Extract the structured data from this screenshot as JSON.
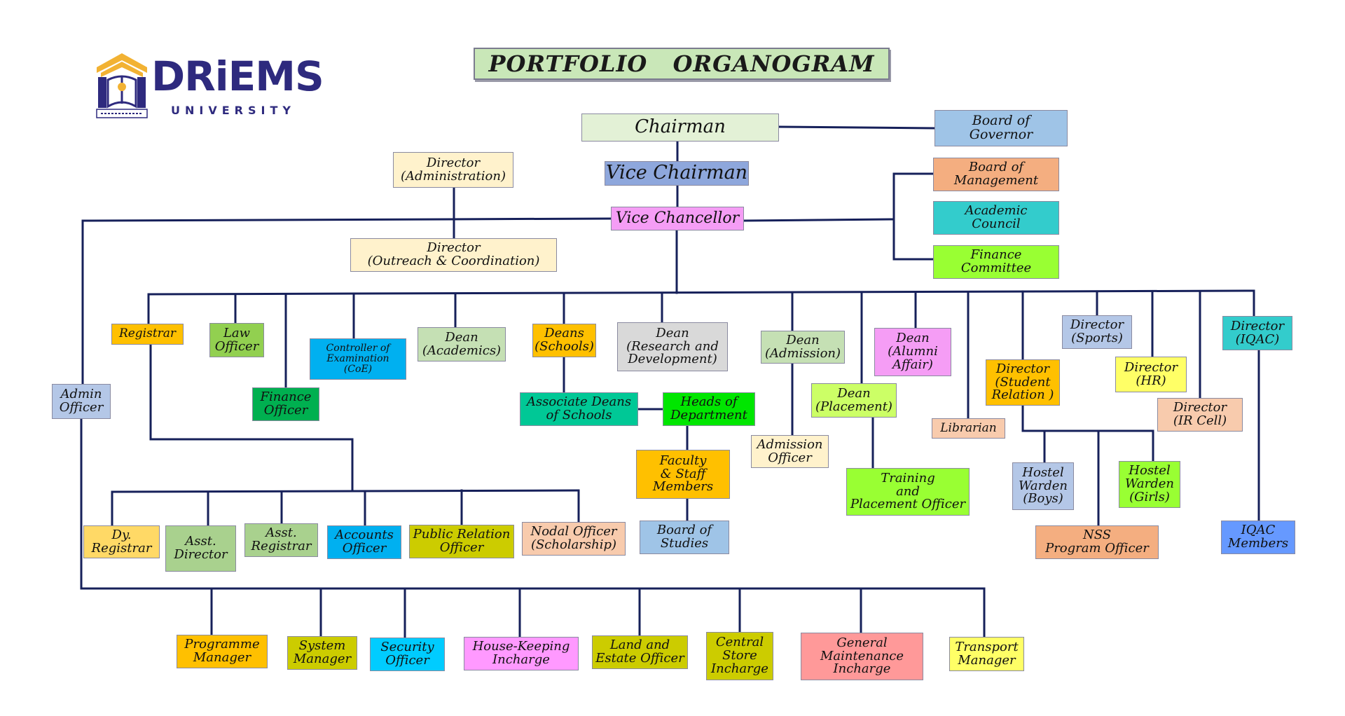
{
  "brand": {
    "name": "DRiEMS",
    "subtitle": "UNIVERSITY",
    "colors": {
      "primary": "#2e2a7e",
      "accent": "#f2b233"
    }
  },
  "title": "PORTFOLIO   ORGANOGRAM",
  "line_color": "#16205a",
  "nodes": {
    "chairman": {
      "label": "Chairman",
      "color": "#e3f1d6"
    },
    "board_of_governor": {
      "label": "Board of\nGovernor",
      "color": "#9fc4e7"
    },
    "vice_chairman": {
      "label": "Vice Chairman",
      "color": "#8ea7dc"
    },
    "board_of_management": {
      "label": "Board of\nManagement",
      "color": "#f4ae80"
    },
    "director_administration": {
      "label": "Director\n(Administration)",
      "color": "#fff2cc"
    },
    "vice_chancellor": {
      "label": "Vice Chancellor",
      "color": "#f59df5"
    },
    "academic_council": {
      "label": "Academic\nCouncil",
      "color": "#33cccc"
    },
    "director_outreach": {
      "label": "Director\n(Outreach & Coordination)",
      "color": "#fff2cc"
    },
    "finance_committee": {
      "label": "Finance\nCommittee",
      "color": "#99ff33"
    },
    "registrar": {
      "label": "Registrar",
      "color": "#ffc000"
    },
    "law_officer": {
      "label": "Law\nOfficer",
      "color": "#92d050"
    },
    "controller_of_examination": {
      "label": "Controller of\nExamination\n(CoE)",
      "color": "#00b0f0"
    },
    "dean_academics": {
      "label": "Dean\n(Academics)",
      "color": "#c5e0b4"
    },
    "deans_schools": {
      "label": "Deans\n(Schools)",
      "color": "#ffc000"
    },
    "dean_research": {
      "label": "Dean\n(Research and\nDevelopment)",
      "color": "#d9d9d9"
    },
    "dean_admission": {
      "label": "Dean\n(Admission)",
      "color": "#c5e0b4"
    },
    "dean_alumni": {
      "label": "Dean\n(Alumni\nAffair)",
      "color": "#f59df5"
    },
    "director_sports": {
      "label": "Director\n(Sports)",
      "color": "#b4c7e7"
    },
    "director_iqac": {
      "label": "Director\n(IQAC)",
      "color": "#33cccc"
    },
    "director_student_relation": {
      "label": "Director\n(Student\nRelation )",
      "color": "#ffc000"
    },
    "director_hr": {
      "label": "Director\n(HR)",
      "color": "#ffff66"
    },
    "admin_officer": {
      "label": "Admin\nOfficer",
      "color": "#b4c7e7"
    },
    "finance_officer": {
      "label": "Finance\nOfficer",
      "color": "#00b050"
    },
    "associate_deans": {
      "label": "Associate Deans\nof Schools",
      "color": "#00c896"
    },
    "heads_of_department": {
      "label": "Heads of\nDepartment",
      "color": "#00e600"
    },
    "dean_placement": {
      "label": "Dean\n(Placement)",
      "color": "#ccff66"
    },
    "librarian": {
      "label": "Librarian",
      "color": "#f8cbad"
    },
    "director_ir_cell": {
      "label": "Director\n(IR Cell)",
      "color": "#f8cbad"
    },
    "admission_officer": {
      "label": "Admission\nOfficer",
      "color": "#fff2cc"
    },
    "faculty_staff": {
      "label": "Faculty\n& Staff\nMembers",
      "color": "#ffc000"
    },
    "training_placement_officer": {
      "label": "Training\nand\nPlacement Officer",
      "color": "#99ff33"
    },
    "hostel_warden_boys": {
      "label": "Hostel\nWarden\n(Boys)",
      "color": "#b4c7e7"
    },
    "hostel_warden_girls": {
      "label": "Hostel\nWarden\n(Girls)",
      "color": "#99ff33"
    },
    "dy_registrar": {
      "label": "Dy.\nRegistrar",
      "color": "#ffd966"
    },
    "asst_director": {
      "label": "Asst.\nDirector",
      "color": "#a9d18e"
    },
    "asst_registrar": {
      "label": "Asst.\nRegistrar",
      "color": "#a9d18e"
    },
    "accounts_officer": {
      "label": "Accounts\nOfficer",
      "color": "#00b0f0"
    },
    "public_relation_officer": {
      "label": "Public Relation\nOfficer",
      "color": "#cccc00"
    },
    "nodal_officer": {
      "label": "Nodal Officer\n(Scholarship)",
      "color": "#f8cbad"
    },
    "board_of_studies": {
      "label": "Board of\nStudies",
      "color": "#9fc4e7"
    },
    "nss_program_officer": {
      "label": "NSS\nProgram Officer",
      "color": "#f4ae80"
    },
    "iqac_members": {
      "label": "IQAC\nMembers",
      "color": "#6699ff"
    },
    "programme_manager": {
      "label": "Programme\nManager",
      "color": "#ffc000"
    },
    "system_manager": {
      "label": "System\nManager",
      "color": "#cccc00"
    },
    "security_officer": {
      "label": "Security\nOfficer",
      "color": "#00ccff"
    },
    "house_keeping": {
      "label": "House-Keeping\nIncharge",
      "color": "#ff99ff"
    },
    "land_estate_officer": {
      "label": "Land and\nEstate Officer",
      "color": "#cccc00"
    },
    "central_store": {
      "label": "Central\nStore\nIncharge",
      "color": "#cccc00"
    },
    "general_maintenance": {
      "label": "General\nMaintenance\nIncharge",
      "color": "#ff9999"
    },
    "transport_manager": {
      "label": "Transport\nManager",
      "color": "#ffff66"
    }
  }
}
